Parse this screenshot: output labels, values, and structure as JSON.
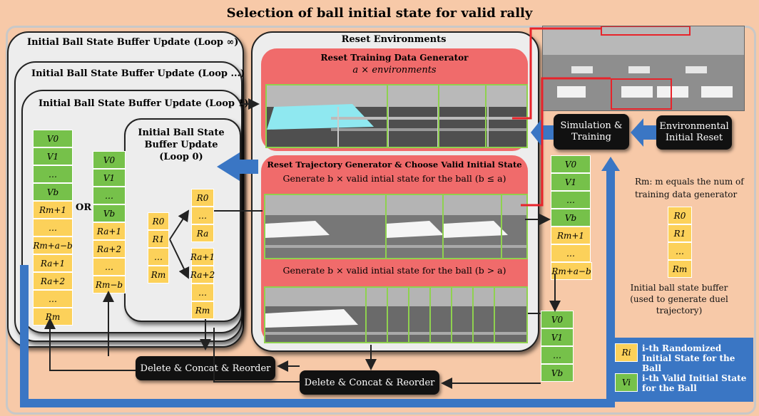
{
  "title": "Selection of ball initial state for valid rally",
  "loops": {
    "inf": "Initial Ball State Buffer Update  (Loop ∞)",
    "dots": "Initial Ball State Buffer Update  (Loop ...)",
    "one": "Initial Ball State Buffer Update  (Loop 1)",
    "zero_line1": "Initial Ball State",
    "zero_line2": "Buffer Update",
    "zero_line3": "(Loop 0)"
  },
  "or_label": "OR",
  "buffer_a": [
    "V0",
    "V1",
    "…",
    "Vb",
    "Rm+1",
    "…",
    "Rm+a−b",
    "Ra+1",
    "Ra+2",
    "…",
    "Rm"
  ],
  "buffer_b": [
    "V0",
    "V1",
    "…",
    "Vb",
    "Ra+1",
    "Ra+2",
    "…",
    "Rm−b"
  ],
  "loop0_r": [
    "R0",
    "R1",
    "…",
    "Rm"
  ],
  "loop0_top": [
    "R0",
    "…",
    "Ra"
  ],
  "loop0_bottom": [
    "Ra+1",
    "Ra+2",
    "…",
    "Rm"
  ],
  "reset_env": {
    "title": "Reset Environments",
    "training_title": "Reset Training Data Generator",
    "training_sub": "a × environments",
    "trajectory_title": "Reset Trajectory Generator & Choose Valid Initial State",
    "gen_le": "Generate b × valid intial state for the ball (b ≤ a)",
    "gen_gt": "Generate b × valid intial state for the ball (b > a)"
  },
  "sim_training": "Simulation & Training",
  "env_reset": "Environmental Initial Reset",
  "right_col": [
    "V0",
    "V1",
    "…",
    "Vb",
    "Rm+1",
    "…",
    "Rm+a−b"
  ],
  "right_col2": [
    "V0",
    "V1",
    "…",
    "Vb"
  ],
  "delete1": "Delete & Concat & Reorder",
  "delete2": "Delete & Concat & Reorder",
  "rm_note": "Rm: m equals the num of training data generator",
  "side_buffer": [
    "R0",
    "R1",
    "…",
    "Rm"
  ],
  "side_caption": "Initial ball state buffer (used to generate duel trajectory)",
  "legend": {
    "r_sym": "Ri",
    "r_text": "i-th Randomized Initial State for the Ball",
    "v_sym": "Vi",
    "v_text": "i-th Valid Initial State for the Ball"
  },
  "colors": {
    "valid": "#76c14a",
    "random": "#fcd15a",
    "arrow": "#3a76c4",
    "red": "#e8232a"
  }
}
